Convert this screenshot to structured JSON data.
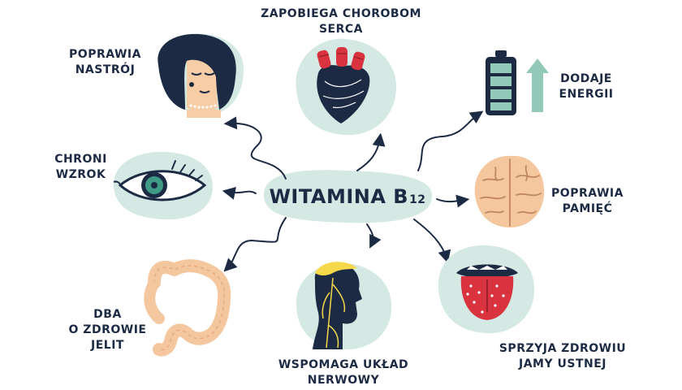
{
  "center": {
    "title": "WITAMINA B",
    "subscript": "12"
  },
  "benefits": [
    {
      "id": "mood",
      "icon": "woman-face-icon",
      "lines": [
        "POPRAWIA",
        "NASTRÓJ"
      ]
    },
    {
      "id": "heart",
      "icon": "heart-icon",
      "lines": [
        "ZAPOBIEGA CHOROBOM",
        "SERCA"
      ]
    },
    {
      "id": "energy",
      "icon": "battery-icon",
      "lines": [
        "DODAJE",
        "ENERGII"
      ]
    },
    {
      "id": "vision",
      "icon": "eye-icon",
      "lines": [
        "CHRONI",
        "WZROK"
      ]
    },
    {
      "id": "memory",
      "icon": "brain-icon",
      "lines": [
        "POPRAWIA",
        "PAMIĘĆ"
      ]
    },
    {
      "id": "gut",
      "icon": "intestine-icon",
      "lines": [
        "DBA",
        "O ZDROWIE",
        "JELIT"
      ]
    },
    {
      "id": "nerves",
      "icon": "head-nerves-icon",
      "lines": [
        "WSPOMAGA UKŁAD",
        "NERWOWY"
      ]
    },
    {
      "id": "mouth",
      "icon": "tongue-icon",
      "lines": [
        "SPRZYJA ZDROWIU",
        "JAMY USTNEJ"
      ]
    }
  ],
  "colors": {
    "blob": "#d5e9e4",
    "navy": "#1c2a44",
    "skin": "#f7cda6",
    "red": "#d8333f",
    "yellow": "#f6d94a",
    "mint": "#93c9b9",
    "brain": "#f5c79e"
  }
}
